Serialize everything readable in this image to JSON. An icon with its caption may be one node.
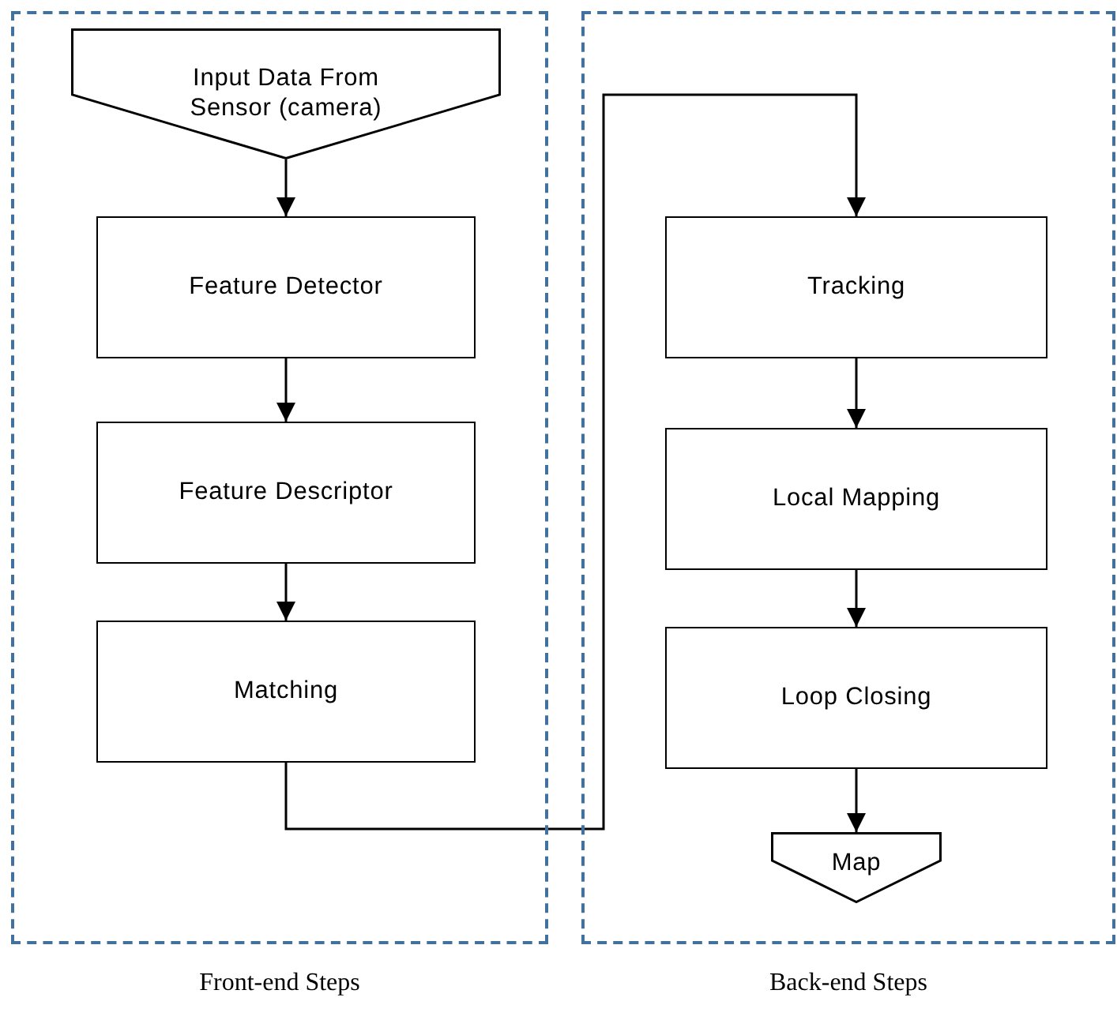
{
  "diagram": {
    "nodes": [
      {
        "text": [
          "Front-end Steps"
        ]
      },
      {
        "text": [
          "Input Data From Sensor (camera)"
        ],
        "in": 0
      },
      {
        "text": [
          "Feature Detector"
        ],
        "in": 0
      },
      {
        "text": [
          "Feature Descriptor"
        ],
        "in": 0
      },
      {
        "text": [
          "Matching"
        ],
        "in": 0
      },
      {
        "text": [
          "Back-end Steps"
        ]
      },
      {
        "text": [
          "Tracking"
        ],
        "in": 5
      },
      {
        "text": [
          "Local Mapping"
        ],
        "in": 5
      },
      {
        "text": [
          "Loop Closing"
        ],
        "in": 5
      },
      {
        "text": [
          "Map"
        ],
        "in": 5
      }
    ],
    "edges": [
      {
        "from": 1,
        "to": 2,
        "arrow": "to"
      },
      {
        "from": 2,
        "to": 3,
        "arrow": "to"
      },
      {
        "from": 3,
        "to": 4,
        "arrow": "to"
      },
      {
        "from": 4,
        "to": 6,
        "arrow": "to"
      },
      {
        "from": 6,
        "to": 7,
        "arrow": "to"
      },
      {
        "from": 7,
        "to": 8,
        "arrow": "to"
      },
      {
        "from": 8,
        "to": 9,
        "arrow": "to"
      }
    ]
  }
}
